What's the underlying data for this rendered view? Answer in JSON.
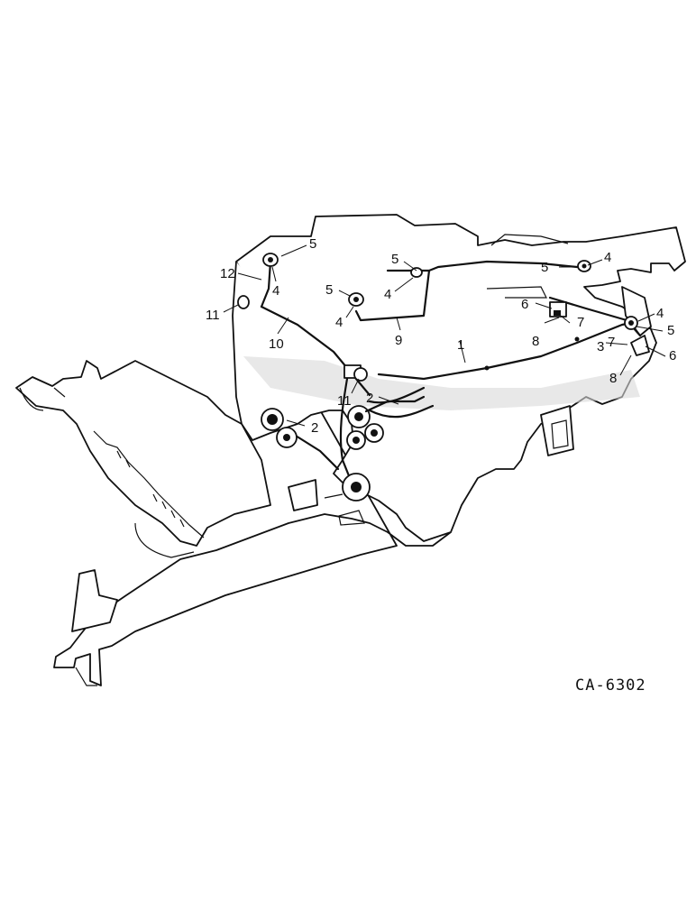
{
  "figure_id": "CA-6302",
  "callouts": [
    {
      "key": "c5a",
      "text": "5"
    },
    {
      "key": "c12",
      "text": "12"
    },
    {
      "key": "c4a",
      "text": "4"
    },
    {
      "key": "c11a",
      "text": "11"
    },
    {
      "key": "c10",
      "text": "10"
    },
    {
      "key": "c5b",
      "text": "5"
    },
    {
      "key": "c4b",
      "text": "4"
    },
    {
      "key": "c9",
      "text": "9"
    },
    {
      "key": "c5c",
      "text": "5"
    },
    {
      "key": "c4c",
      "text": "4"
    },
    {
      "key": "c1",
      "text": "1"
    },
    {
      "key": "c11b",
      "text": "11"
    },
    {
      "key": "c2a",
      "text": "2"
    },
    {
      "key": "c2b",
      "text": "2"
    },
    {
      "key": "c5d",
      "text": "5"
    },
    {
      "key": "c4d",
      "text": "4"
    },
    {
      "key": "c6a",
      "text": "6"
    },
    {
      "key": "c7a",
      "text": "7"
    },
    {
      "key": "c8a",
      "text": "8"
    },
    {
      "key": "c4e",
      "text": "4"
    },
    {
      "key": "c5e",
      "text": "5"
    },
    {
      "key": "c3",
      "text": "3"
    },
    {
      "key": "c7b",
      "text": "7"
    },
    {
      "key": "c6b",
      "text": "6"
    },
    {
      "key": "c8b",
      "text": "8"
    }
  ]
}
